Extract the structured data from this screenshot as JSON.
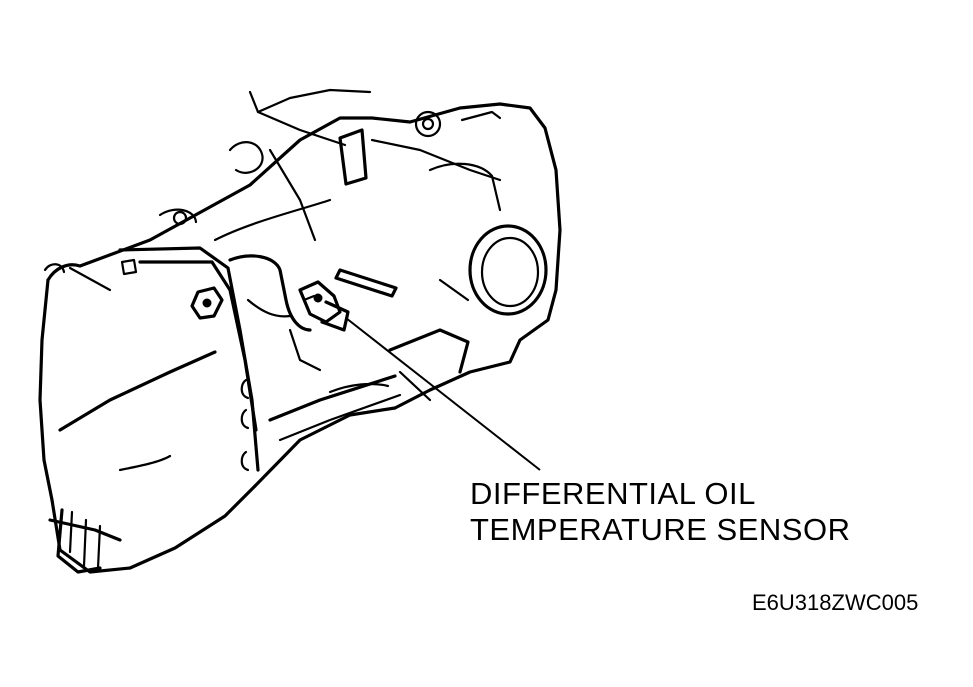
{
  "callout": {
    "line1": "DIFFERENTIAL OIL",
    "line2": "TEMPERATURE SENSOR"
  },
  "figure_code": "E6U318ZWC005",
  "colors": {
    "ink": "#000000",
    "background": "#ffffff"
  }
}
